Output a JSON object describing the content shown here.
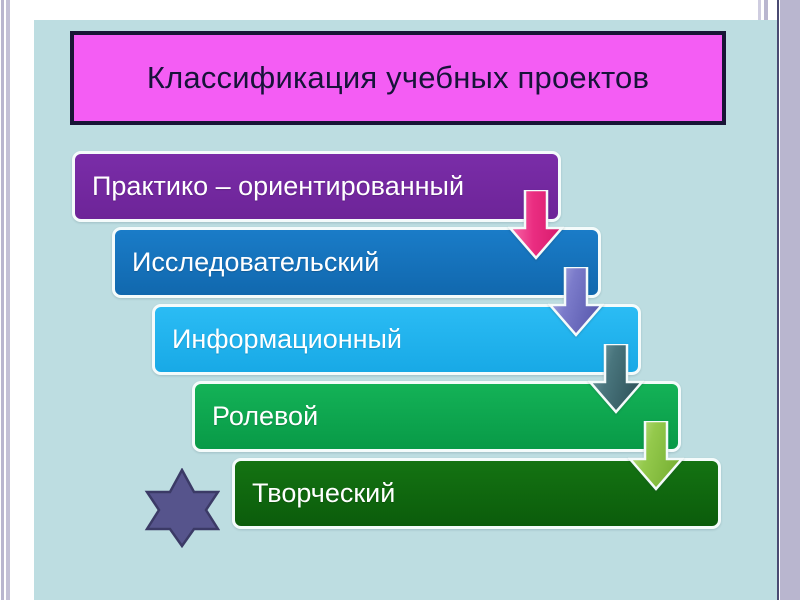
{
  "slide": {
    "title": "Классификация учебных проектов",
    "background_color": "#bddde1",
    "title_fill": "#f45df4",
    "title_border": "#181436",
    "title_text_color": "#171339"
  },
  "diagram": {
    "type": "staircase-flow",
    "direction": "top-left to bottom-right",
    "items": [
      {
        "index": 1,
        "label": "Практико – ориентированный",
        "fill": "#7229a0",
        "border": "#f4fbfb",
        "text_color": "#ffffff"
      },
      {
        "index": 2,
        "label": "Исследовательский",
        "fill": "#1673bd",
        "border": "#f4fbfb",
        "text_color": "#ffffff"
      },
      {
        "index": 3,
        "label": "Информационный",
        "fill": "#23b4ef",
        "border": "#f4fbfb",
        "text_color": "#ffffff"
      },
      {
        "index": 4,
        "label": "Ролевой",
        "fill": "#0fa650",
        "border": "#f4fbfb",
        "text_color": "#ffffff"
      },
      {
        "index": 5,
        "label": "Творческий",
        "fill": "#10680f",
        "border": "#f4fbfb",
        "text_color": "#ffffff"
      }
    ],
    "connectors": [
      {
        "index": 1,
        "icon": "down-arrow-icon",
        "from": 1,
        "to": 2,
        "color": "#ea2d81",
        "color_light": "#f55c9f"
      },
      {
        "index": 2,
        "icon": "down-arrow-icon",
        "from": 2,
        "to": 3,
        "color": "#6f6fc4",
        "color_light": "#a3a3dd"
      },
      {
        "index": 3,
        "icon": "down-arrow-icon",
        "from": 3,
        "to": 4,
        "color": "#3f6f77",
        "color_light": "#63939b"
      },
      {
        "index": 4,
        "icon": "down-arrow-icon",
        "from": 4,
        "to": 5,
        "color": "#8cc342",
        "color_light": "#b3dc74"
      }
    ],
    "decoration": {
      "icon": "six-pointed-star-icon",
      "fill": "#56548c",
      "stroke": "#3b3a66"
    }
  },
  "chrome": {
    "left_rule_color": "#b9b6cf",
    "right_pane_color": "#b9b6cf",
    "right_rule_color": "#4a4a72"
  }
}
